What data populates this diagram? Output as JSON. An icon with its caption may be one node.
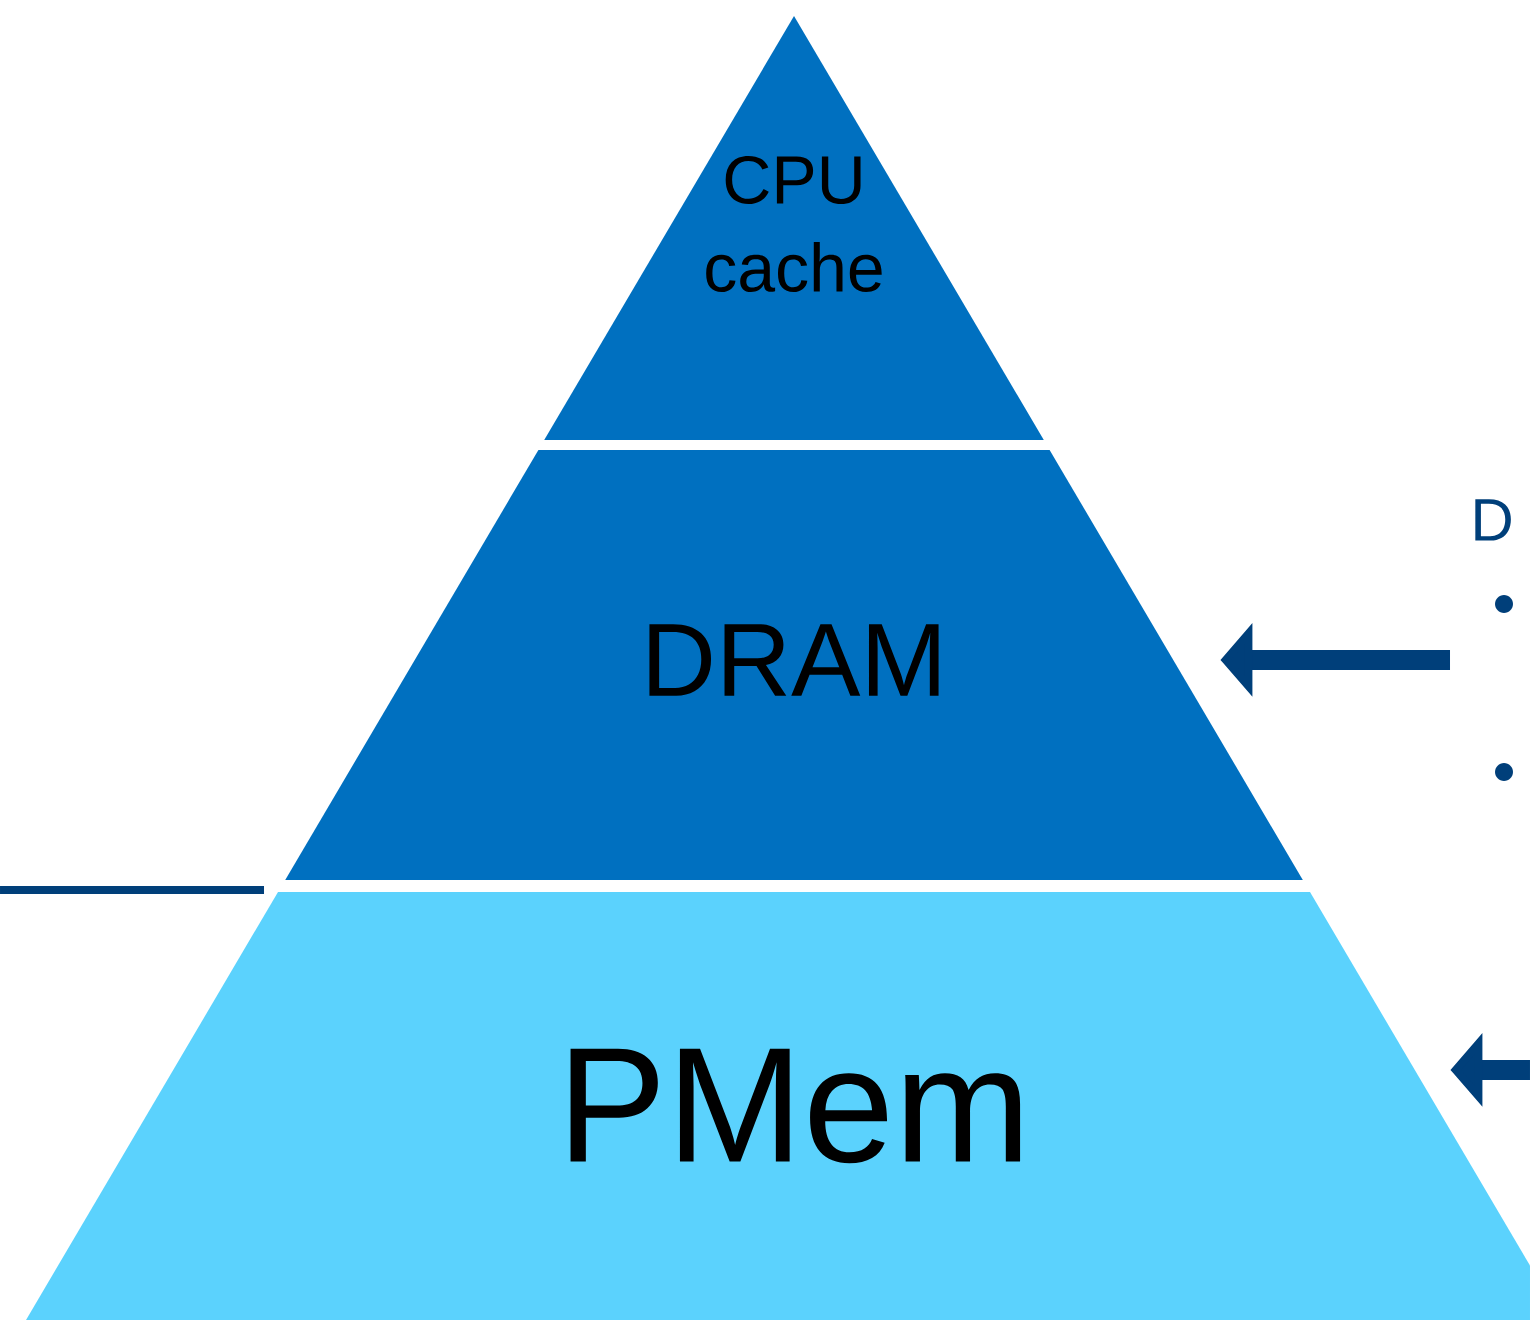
{
  "diagram": {
    "nodes": [
      {
        "text": [
          "CPU cache"
        ]
      },
      {
        "text": [
          "DRAM"
        ]
      },
      {
        "text": [
          "PMem"
        ]
      }
    ],
    "edges": [
      {
        "from": null,
        "to": 1,
        "arrow": "to"
      },
      {
        "from": null,
        "to": 2,
        "arrow": "to"
      }
    ],
    "labels": [
      "D"
    ]
  }
}
